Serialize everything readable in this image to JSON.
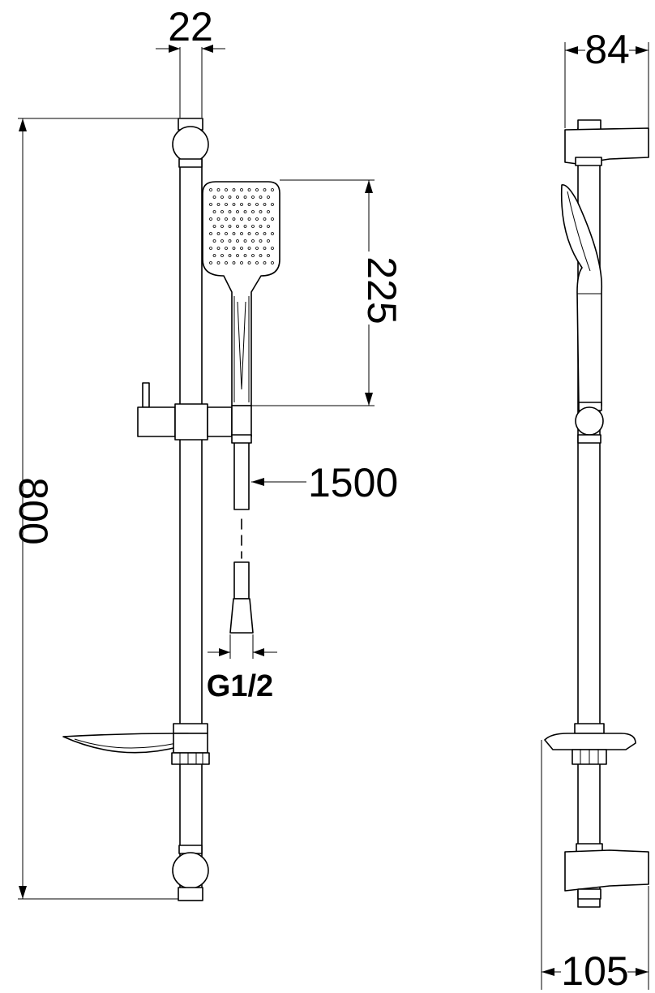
{
  "dimensions": {
    "bar_diameter": "22",
    "total_height": "800",
    "handshower_length": "225",
    "hose_length": "1500",
    "connection_thread": "G1/2",
    "wall_depth_top": "84",
    "wall_depth_bottom": "105"
  },
  "colors": {
    "line": "#000000",
    "background": "#ffffff"
  }
}
